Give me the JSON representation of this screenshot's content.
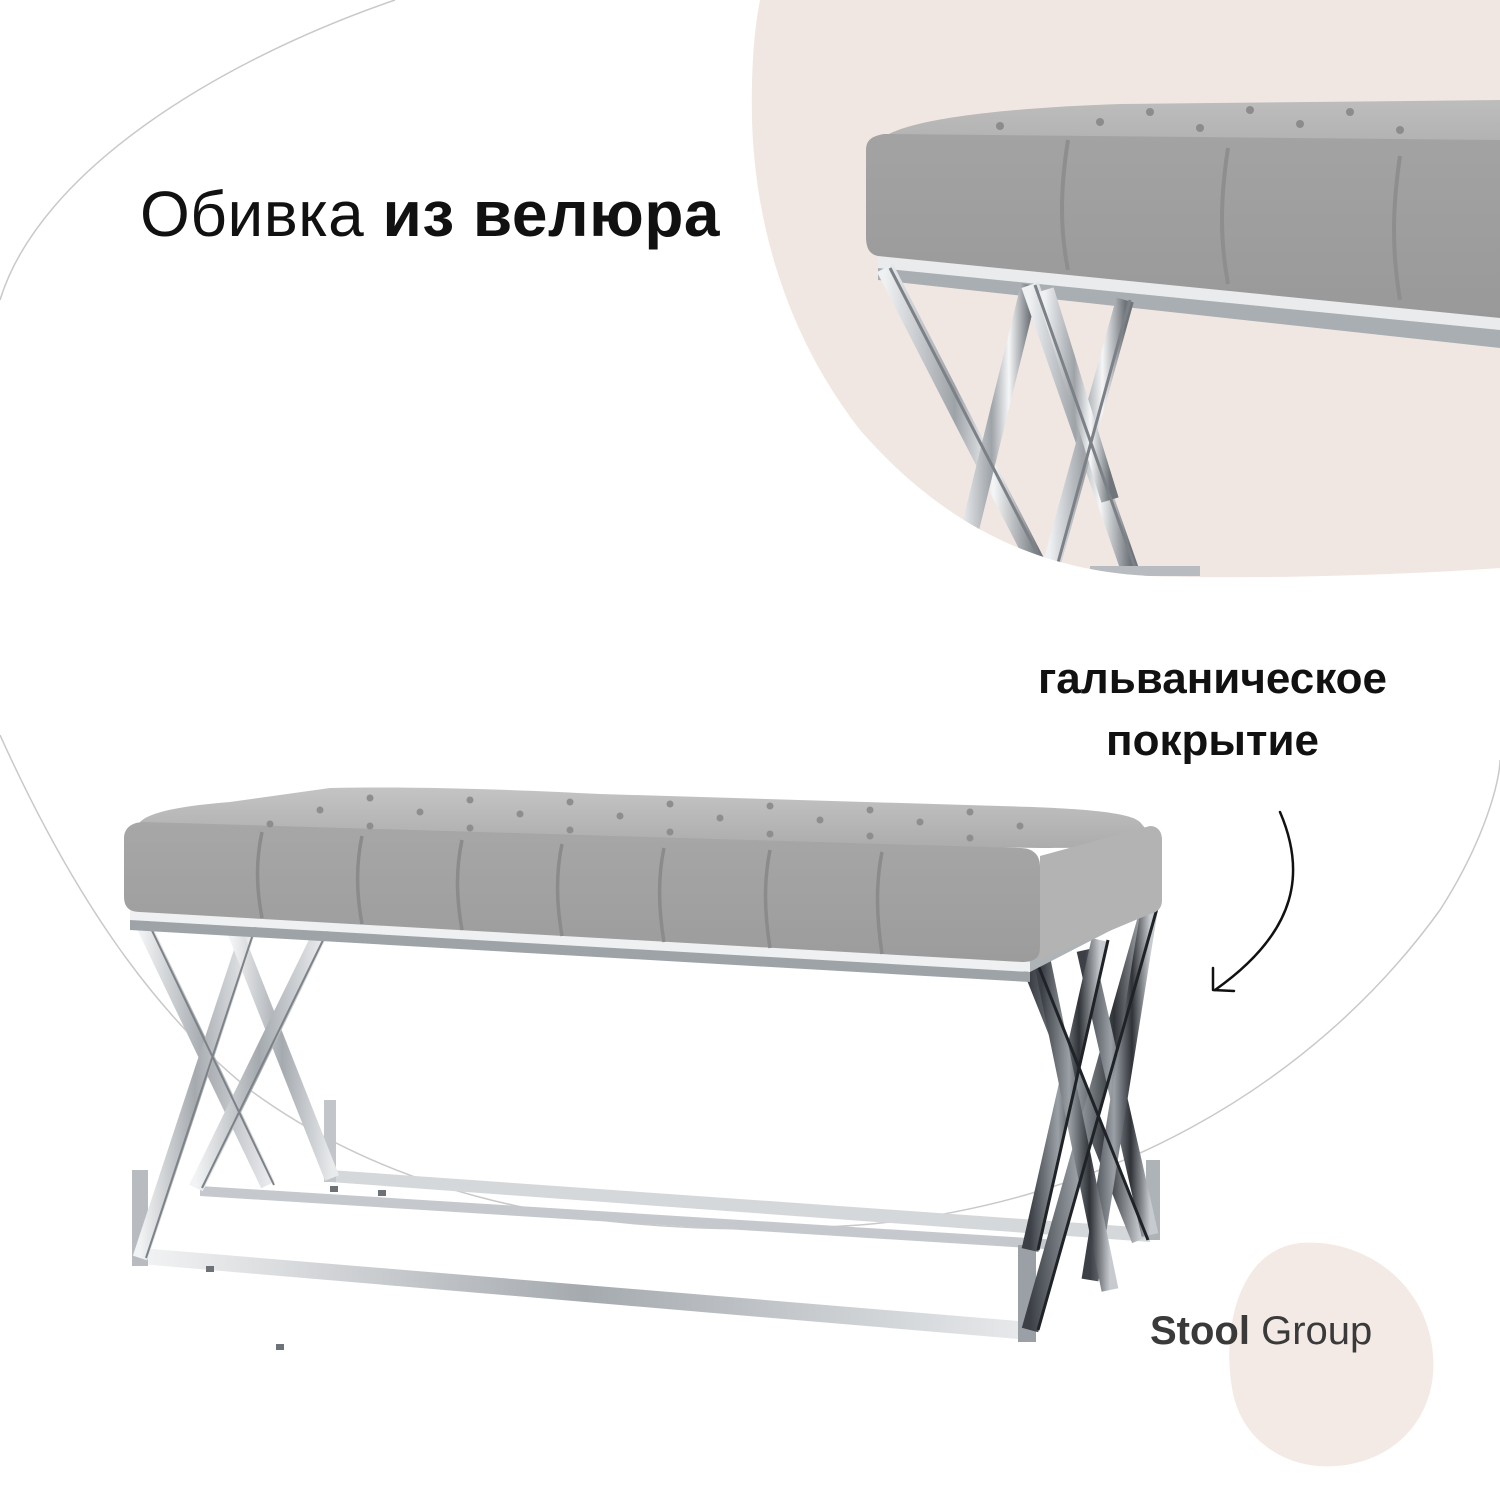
{
  "headline": {
    "regular": "Обивка",
    "bold": "из велюра"
  },
  "callout": {
    "line1": "гальваническое",
    "line2": "покрытие"
  },
  "brand": {
    "bold": "Stool",
    "regular": "Group"
  },
  "colors": {
    "blob": "#f1e7e2",
    "velour": "#a9a9a9",
    "chrome": "#c9ccd1",
    "text": "#111111",
    "outline": "#c4c4c4"
  }
}
